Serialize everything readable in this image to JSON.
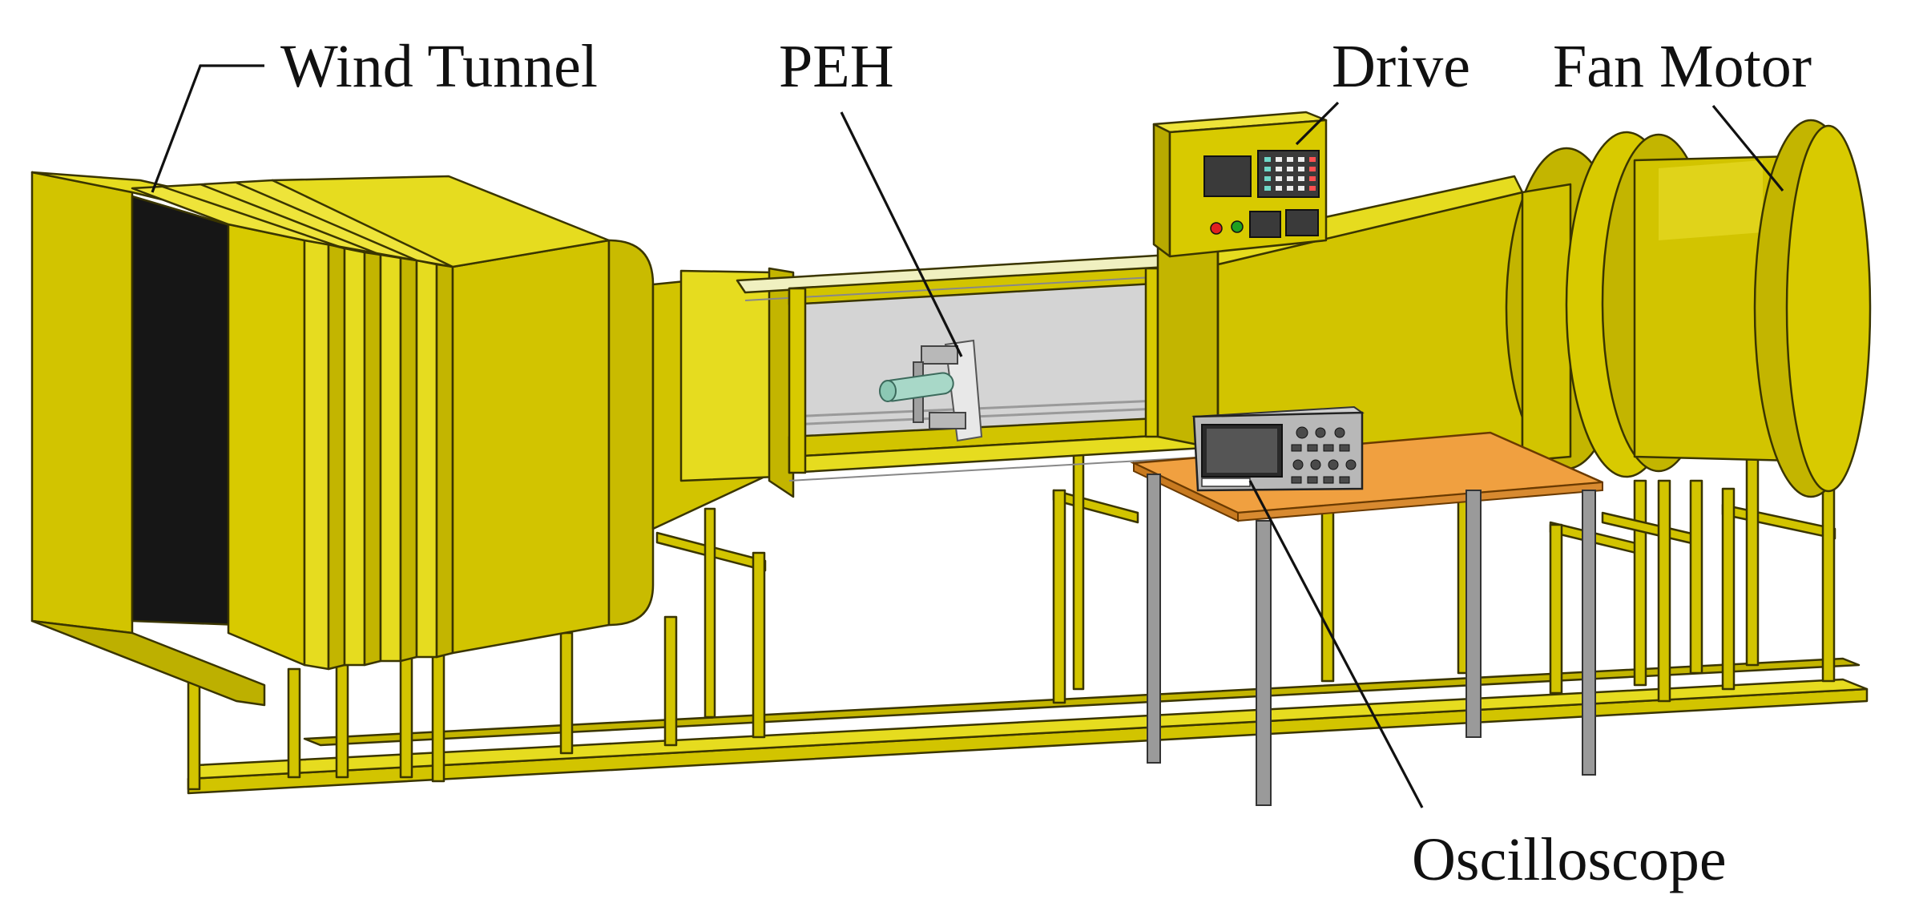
{
  "labels": {
    "wind_tunnel": "Wind Tunnel",
    "peh": "PEH",
    "drive": "Drive",
    "fan_motor": "Fan Motor",
    "oscilloscope": "Oscilloscope"
  },
  "colors": {
    "tunnel_yellow": "#d2c400",
    "tunnel_light": "#e6dc1f",
    "tunnel_dark": "#a99c00",
    "screen_black": "#161616",
    "table_top": "#f0a040",
    "table_legs": "#9a9a9a",
    "glass": "#d4d4d4",
    "leader_line": "#111111"
  }
}
